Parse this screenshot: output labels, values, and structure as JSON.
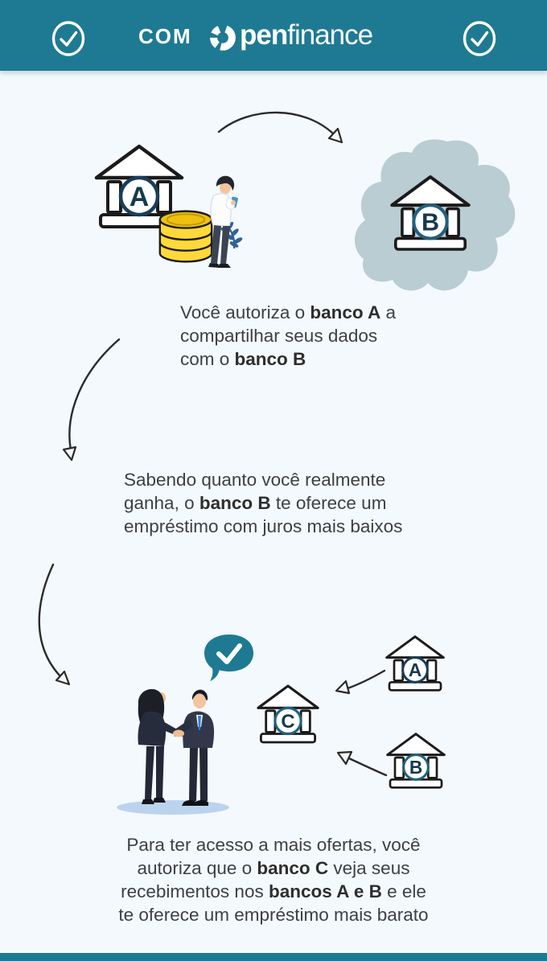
{
  "header": {
    "prefix": "COM",
    "logo": {
      "open": "open",
      "open_rest": "pen",
      "finance": "finance"
    }
  },
  "banks": {
    "a": "A",
    "b": "B",
    "c": "C"
  },
  "colors": {
    "teal": "#1E7A93",
    "navy_letter": "#16394F",
    "circle_a": "#1B3D58",
    "circle_bc": "#20607D",
    "background": "#F4F9FD",
    "blob": "#B9CDD3",
    "coin_body": "#FFD93B",
    "coin_top": "#EEC111",
    "text": "#3E4043",
    "suit": "#2A3042",
    "tie_blue": "#2E7CD6"
  },
  "steps": {
    "step1": {
      "lines": [
        [
          {
            "t": "Você autoriza o ",
            "b": 0
          },
          {
            "t": "banco A",
            "b": 1
          },
          {
            "t": " a",
            "b": 0
          }
        ],
        [
          {
            "t": "compartilhar seus dados",
            "b": 0
          }
        ],
        [
          {
            "t": "com o ",
            "b": 0
          },
          {
            "t": "banco B",
            "b": 1
          }
        ]
      ]
    },
    "step2": {
      "lines": [
        [
          {
            "t": "Sabendo quanto você realmente",
            "b": 0
          }
        ],
        [
          {
            "t": "ganha, o ",
            "b": 0
          },
          {
            "t": "banco B",
            "b": 1
          },
          {
            "t": " te oferece um",
            "b": 0
          }
        ],
        [
          {
            "t": "empréstimo com juros mais baixos",
            "b": 0
          }
        ]
      ]
    },
    "step3": {
      "lines": [
        [
          {
            "t": "Para ter acesso a mais ofertas, você",
            "b": 0
          }
        ],
        [
          {
            "t": "autoriza que o ",
            "b": 0
          },
          {
            "t": "banco C",
            "b": 1
          },
          {
            "t": " veja seus",
            "b": 0
          }
        ],
        [
          {
            "t": "recebimentos nos ",
            "b": 0
          },
          {
            "t": "bancos A e B",
            "b": 1
          },
          {
            "t": " e ele",
            "b": 0
          }
        ],
        [
          {
            "t": "te oferece um empréstimo mais barato",
            "b": 0
          }
        ]
      ]
    }
  }
}
